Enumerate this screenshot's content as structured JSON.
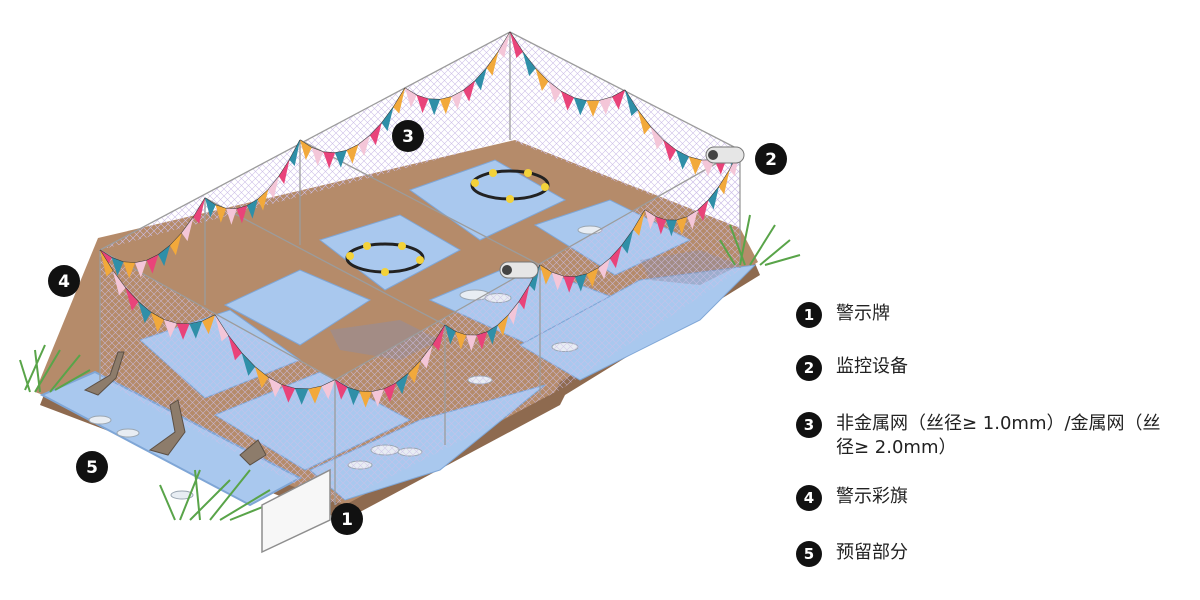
{
  "markers": [
    {
      "num": "1"
    },
    {
      "num": "2"
    },
    {
      "num": "3"
    },
    {
      "num": "4"
    },
    {
      "num": "5"
    }
  ],
  "legend": [
    {
      "num": "1",
      "label": "警示牌"
    },
    {
      "num": "2",
      "label": "监控设备"
    },
    {
      "num": "3",
      "label": "非金属网（丝径≥ 1.0mm）/金属网（丝径≥ 2.0mm）"
    },
    {
      "num": "4",
      "label": "警示彩旗"
    },
    {
      "num": "5",
      "label": "预留部分"
    }
  ],
  "colors": {
    "ground": "#b58b6a",
    "ground_edge": "#8e6a4f",
    "water": "#a9c8ee",
    "water_edge": "#7fa6d6",
    "net": "#cbbfe6",
    "frame": "#9c9c9c",
    "grass": "#59a449",
    "badge": "#111111",
    "flag_palette": [
      "#e9437a",
      "#2f8fa8",
      "#f2a93b",
      "#f4c6d8"
    ]
  }
}
